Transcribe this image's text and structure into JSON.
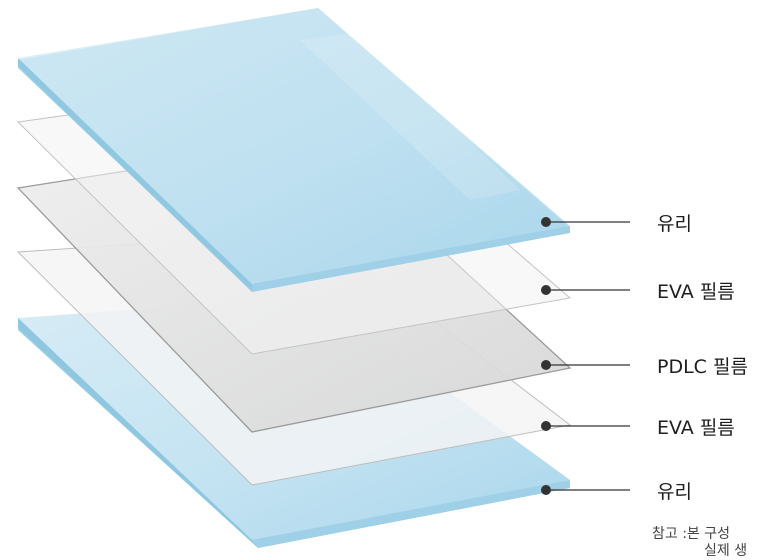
{
  "layers": [
    {
      "label": "유리",
      "color": "#b7dcee"
    },
    {
      "label": "EVA 필름",
      "color": "#f3f3f3"
    },
    {
      "label": "PDLC 필름",
      "color": "#d9d9d9"
    },
    {
      "label": "EVA 필름",
      "color": "#f3f3f3"
    },
    {
      "label": "유리",
      "color": "#b7dcee"
    }
  ],
  "note": {
    "line1": "참고 :본 구성",
    "line2": "실제 생"
  }
}
